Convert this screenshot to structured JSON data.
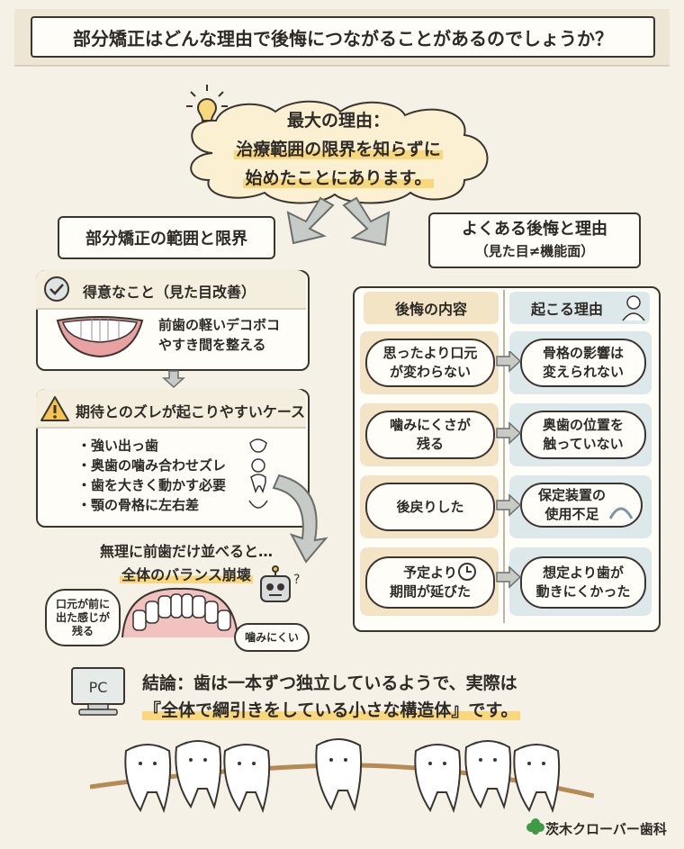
{
  "title": "部分矯正はどんな理由で後悔につながることがあるのでしょうか？",
  "main_reason": {
    "line1": "最大の理由：",
    "line2": "治療範囲の限界を知らずに",
    "line3": "始めたことにあります。"
  },
  "left": {
    "heading": "部分矯正の範囲と限界",
    "good": {
      "title": "得意なこと（見た目改善）",
      "desc_line1": "前歯の軽いデコボコ",
      "desc_line2": "やすき間を整える"
    },
    "caution": {
      "title": "期待とのズレが起こりやすいケース",
      "items": [
        "・強い出っ歯",
        "・奥歯の噛み合わせズレ",
        "・歯を大きく動かす必要",
        "・顎の骨格に左右差"
      ]
    },
    "collapse": {
      "line1": "無理に前歯だけ並べると…",
      "line2": "全体のバランス崩壊",
      "speech_mouth": [
        "口元が前に",
        "出た感じが",
        "残る"
      ],
      "speech_bite": "噛みにくい"
    }
  },
  "right": {
    "heading_line1": "よくある後悔と理由",
    "heading_line2": "（見た目≠機能面）",
    "col_regret": "後悔の内容",
    "col_reason": "起こる理由",
    "rows": [
      {
        "regret": [
          "思ったより口元",
          "が変わらない"
        ],
        "reason": [
          "骨格の影響は",
          "変えられない"
        ]
      },
      {
        "regret": [
          "噛みにくさが",
          "残る"
        ],
        "reason": [
          "奥歯の位置を",
          "触っていない"
        ]
      },
      {
        "regret": [
          "後戻りした"
        ],
        "reason": [
          "保定装置の",
          "使用不足"
        ]
      },
      {
        "regret": [
          "予定より",
          "期間が延びた"
        ],
        "reason": [
          "想定より歯が",
          "動きにくかった"
        ]
      }
    ]
  },
  "conclusion": {
    "pc_label": "PC",
    "line1": "結論：歯は一本ずつ独立しているようで、実際は",
    "line2": "『全体で綱引きをしている小さな構造体』です。"
  },
  "brand": "茨木クローバー歯科",
  "colors": {
    "background": "#f6f1e6",
    "highlight": "#f9d77c",
    "regret_cell": "#f3e4c6",
    "reason_cell": "#dde8ea",
    "clover": "#3f9a45"
  }
}
